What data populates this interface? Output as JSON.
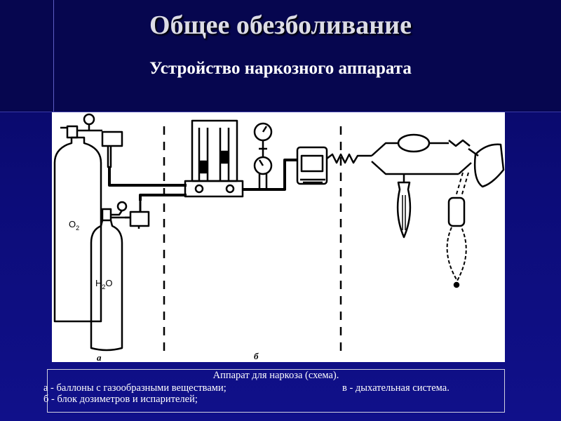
{
  "slide": {
    "title": "Общее обезболивание",
    "subtitle": "Устройство наркозного аппарата"
  },
  "diagram": {
    "labels": {
      "o2": "O",
      "o2_sub": "2",
      "h2o_h": "H",
      "h2o_sub": "2",
      "h2o_o": "O",
      "section_a": "а",
      "section_b": "б"
    }
  },
  "caption": {
    "title": "Аппарат для наркоза (схема).",
    "item_a": "а - баллоны с газообразными веществами;",
    "item_v": "в - дыхательная система.",
    "item_b": "б - блок дозиметров и испарителей;"
  },
  "colors": {
    "background": "#0a0a6e",
    "title_text": "#dcdce6",
    "diagram_background": "#ffffff",
    "diagram_ink": "#000000"
  }
}
